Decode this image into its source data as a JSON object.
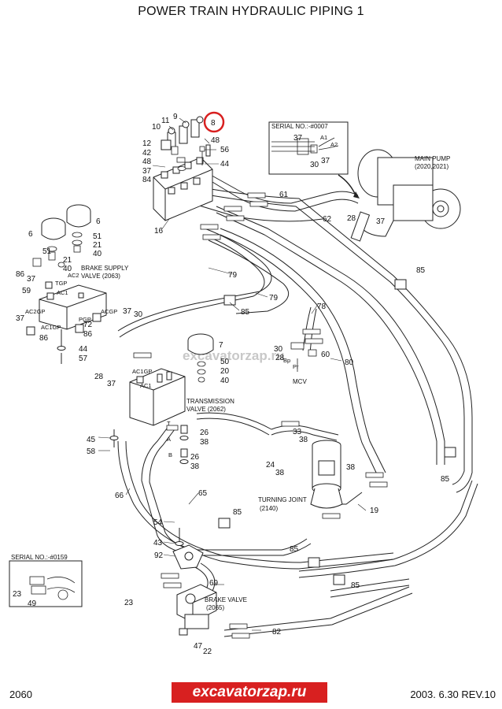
{
  "title": "POWER TRAIN HYDRAULIC PIPING 1",
  "page_number": "2060",
  "revision": "2003. 6.30 REV.10",
  "brand": "excavatorzap.ru",
  "watermark": "excavatorzap.ru",
  "accent_color": "#d82020",
  "highlight_circle_color": "#d82020",
  "components": {
    "serial_top": "SERIAL NO.:-#0007",
    "main_pump": "MAIN PUMP",
    "main_pump_ref": "(2020,2021)",
    "brake_supply": "BRAKE SUPPLY",
    "brake_supply_valve": "VALVE (2063)",
    "transmission": "TRANSMISSION",
    "transmission_valve": "VALVE (2062)",
    "mcv": "MCV",
    "turning_joint": "TURNING JOINT",
    "turning_joint_ref": "(2140)",
    "serial_bottom": "SERIAL NO.:-#0159",
    "brake_valve": "BRAKE VALVE",
    "brake_valve_ref": "(2065)"
  },
  "port_labels": {
    "tgp": "TGP",
    "ac2": "AC2",
    "ac1": "AC1",
    "ac2gp": "AC2GP",
    "ac1gp": "AC1GP",
    "pgp": "PGP",
    "acgp": "ACGP",
    "ac1gp_tv": "AC1GP",
    "ac1_tv": "AC1",
    "a1": "A1",
    "a2": "A2",
    "pr": "Pr",
    "bp": "Bp",
    "a": "A",
    "b": "B",
    "t": "T"
  },
  "part_numbers": {
    "p9": "9",
    "p8": "8",
    "p11": "11",
    "p10": "10",
    "p48a": "48",
    "p12": "12",
    "p42": "42",
    "p48b": "48",
    "p56": "56",
    "p37a": "37",
    "p84": "84",
    "p44a": "44",
    "p16": "16",
    "p61": "61",
    "p62": "62",
    "p37s1": "37",
    "p30s": "30",
    "p37s2": "37",
    "p28a": "28",
    "p37b": "37",
    "p6a": "6",
    "p6b": "6",
    "p51a": "51",
    "p51b": "51",
    "p21a": "21",
    "p21b": "21",
    "p40a": "40",
    "p40b": "40",
    "p86a": "86",
    "p37c": "37",
    "p59": "59",
    "p37d": "37",
    "p86b": "86",
    "p37e": "37",
    "p30a": "30",
    "p72": "72",
    "p86c": "86",
    "p44b": "44",
    "p57": "57",
    "p79a": "79",
    "p79b": "79",
    "p85a": "85",
    "p85b": "85",
    "p78": "78",
    "p7": "7",
    "p50": "50",
    "p20": "20",
    "p40c": "40",
    "p28b": "28",
    "p37f": "37",
    "p30b": "30",
    "p28c": "28",
    "p60": "60",
    "p80": "80",
    "p45": "45",
    "p58": "58",
    "p26a": "26",
    "p38a": "38",
    "p26b": "26",
    "p38b": "38",
    "p33": "33",
    "p38c": "38",
    "p24": "24",
    "p38d": "38",
    "p38e": "38",
    "p85c": "85",
    "p66": "66",
    "p65": "65",
    "p85d": "85",
    "p19": "19",
    "p54": "54",
    "p43": "43",
    "p92": "92",
    "p85e": "85",
    "p69": "69",
    "p85f": "85",
    "p23a": "23",
    "p49": "49",
    "p23b": "23",
    "p82": "82",
    "p47": "47",
    "p22": "22"
  }
}
